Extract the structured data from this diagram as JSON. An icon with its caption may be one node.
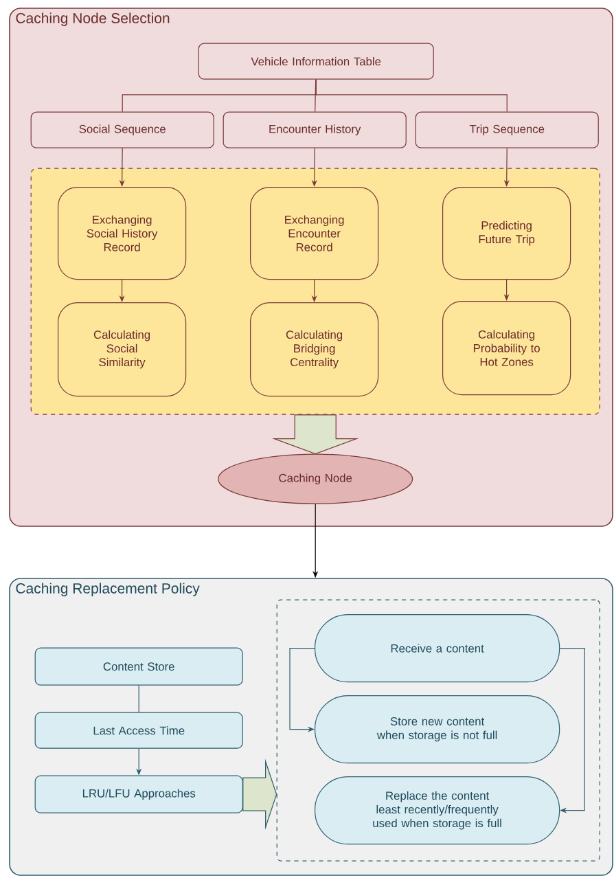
{
  "diagram": {
    "nodes": [
      {
        "text": [
          "Caching Node Selection"
        ]
      },
      {
        "text": [
          "Vehicle Information Table"
        ],
        "in": 0
      },
      {
        "text": [
          "Social Sequence"
        ],
        "in": 0
      },
      {
        "text": [
          "Encounter History"
        ],
        "in": 0
      },
      {
        "text": [
          "Trip Sequence"
        ],
        "in": 0
      },
      {
        "text": [],
        "shape": "box",
        "in": 0
      },
      {
        "text": [
          "Exchanging Social History Record"
        ],
        "in": 5
      },
      {
        "text": [
          "Exchanging Encounter Record"
        ],
        "in": 5
      },
      {
        "text": [
          "Predicting Future Trip"
        ],
        "in": 5
      },
      {
        "text": [
          "Calculating Social Similarity"
        ],
        "in": 5
      },
      {
        "text": [
          "Calculating Bridging Centrality"
        ],
        "in": 5
      },
      {
        "text": [
          "Calculating Probability to Hot Zones"
        ],
        "in": 5
      },
      {
        "text": [
          "Caching Node"
        ],
        "in": 0
      },
      {
        "text": [
          "Caching Replacement Policy"
        ]
      },
      {
        "text": [],
        "shape": "box",
        "in": 13
      },
      {
        "text": [
          "Content Store"
        ],
        "in": 13
      },
      {
        "text": [
          "Last Access Time"
        ],
        "in": 13
      },
      {
        "text": [
          "LRU/LFU Approaches"
        ],
        "in": 13
      },
      {
        "text": [
          "Receive a content"
        ],
        "in": 14
      },
      {
        "text": [
          "Store new content when storage is not full"
        ],
        "in": 14
      },
      {
        "text": [
          "Replace the content least recently/frequently used when storage is full"
        ],
        "in": 14
      }
    ],
    "edges": [
      {
        "from": 1,
        "to": 2,
        "arrow": "none"
      },
      {
        "from": 1,
        "to": 3,
        "arrow": "none"
      },
      {
        "from": 1,
        "to": 4,
        "arrow": "none"
      },
      {
        "from": 2,
        "to": 6,
        "arrow": "to"
      },
      {
        "from": 3,
        "to": 7,
        "arrow": "to"
      },
      {
        "from": 4,
        "to": 8,
        "arrow": "to"
      },
      {
        "from": 6,
        "to": 9,
        "arrow": "to"
      },
      {
        "from": 7,
        "to": 10,
        "arrow": "to"
      },
      {
        "from": 8,
        "to": 11,
        "arrow": "to"
      },
      {
        "from": 5,
        "to": 12,
        "arrow": "to",
        "style": "thick",
        "color": "#dde5cc"
      },
      {
        "from": 12,
        "to": 13,
        "arrow": "to",
        "color": "#000000"
      },
      {
        "from": 15,
        "to": 16,
        "arrow": "none",
        "color": "#2e5e6e"
      },
      {
        "from": 16,
        "to": 17,
        "arrow": "to",
        "color": "#2e5e6e"
      },
      {
        "from": 17,
        "to": 14,
        "arrow": "to",
        "style": "thick",
        "color": "#dde5cc"
      },
      {
        "from": 18,
        "to": 19,
        "arrow": "to",
        "color": "#2e5e6e"
      },
      {
        "from": 18,
        "to": 20,
        "arrow": "to",
        "color": "#2e5e6e"
      }
    ]
  }
}
